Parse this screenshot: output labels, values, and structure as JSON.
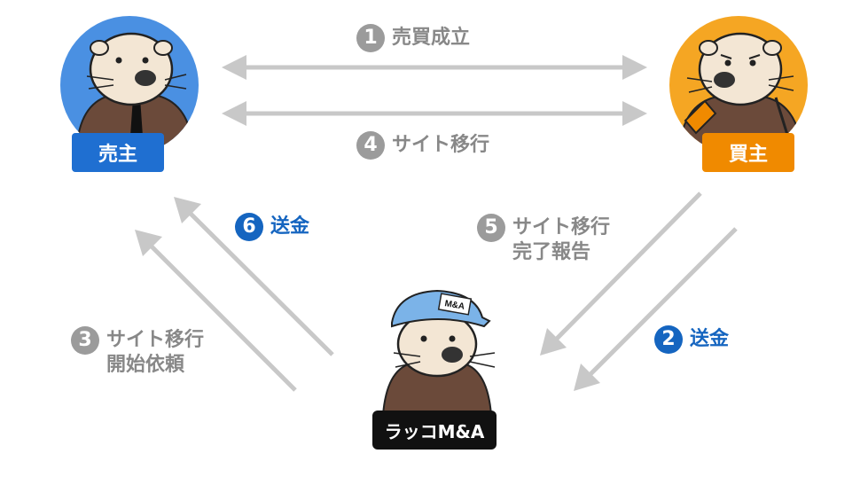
{
  "roles": {
    "seller": "売主",
    "buyer": "買主",
    "intermediary": "ラッコM&A",
    "cap_label": "M&A"
  },
  "steps": [
    {
      "num": "1",
      "line1": "売買成立",
      "line2": ""
    },
    {
      "num": "2",
      "line1": "送金",
      "line2": ""
    },
    {
      "num": "3",
      "line1": "サイト移行",
      "line2": "開始依頼"
    },
    {
      "num": "4",
      "line1": "サイト移行",
      "line2": ""
    },
    {
      "num": "5",
      "line1": "サイト移行",
      "line2": "完了報告"
    },
    {
      "num": "6",
      "line1": "送金",
      "line2": ""
    }
  ],
  "colors": {
    "seller": "#4a90e2",
    "buyer": "#f5a623",
    "arrow": "#c8c8c8",
    "step_gray": "#888888",
    "step_blue": "#1565c0"
  },
  "icons": [
    "otter-seller-illustration",
    "otter-buyer-illustration",
    "otter-mascot-illustration"
  ]
}
